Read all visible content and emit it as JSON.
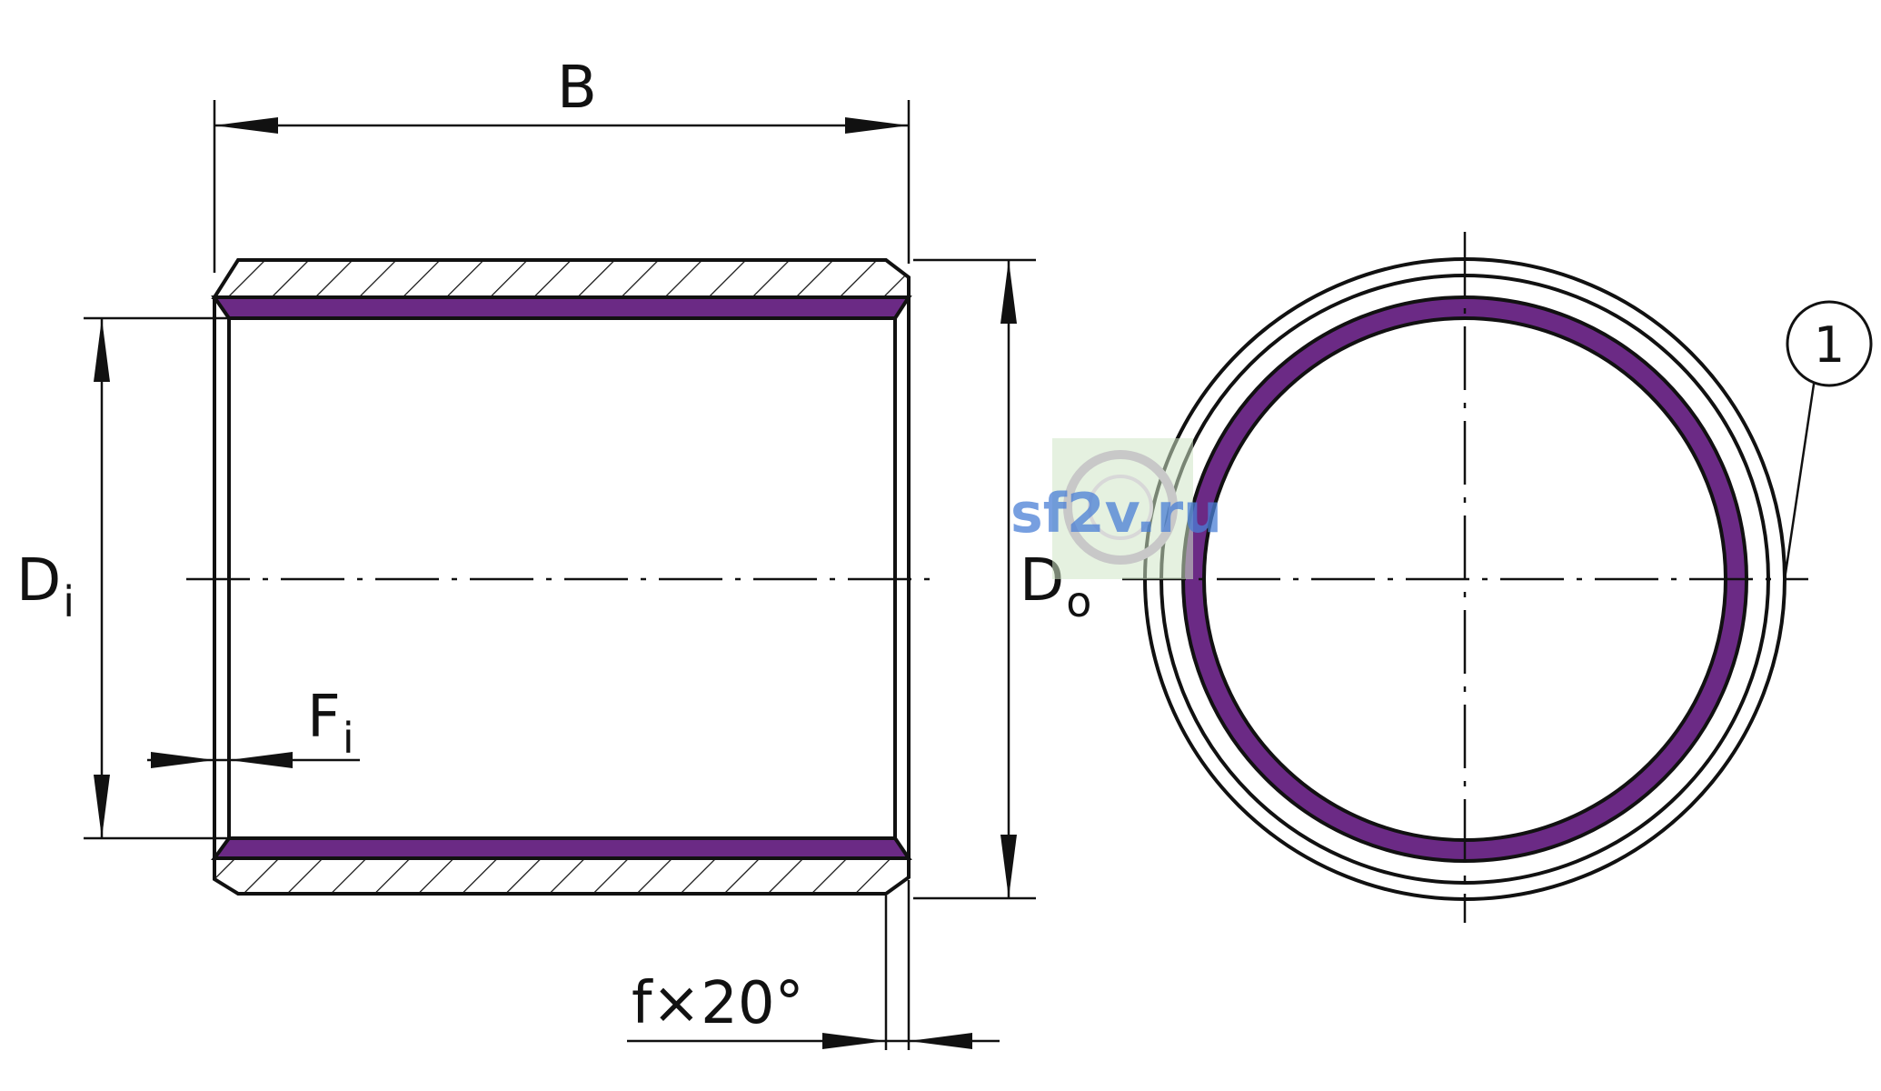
{
  "labels": {
    "width": "B",
    "inner_diameter_main": "D",
    "inner_diameter_sub": "i",
    "outer_diameter_main": "D",
    "outer_diameter_sub": "o",
    "inner_chamfer_main": "F",
    "inner_chamfer_sub": "i",
    "outer_chamfer": "f×20°",
    "callout": "1"
  },
  "watermark": {
    "text": "sf2v.ru"
  },
  "colors": {
    "line": "#111111",
    "sliding_layer": "#6b2a85",
    "watermark": "#4a7fd6",
    "watermark_bg": "#cfe6c7"
  }
}
